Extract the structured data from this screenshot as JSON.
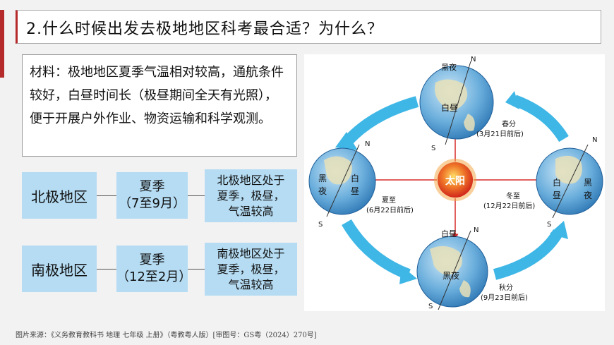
{
  "title": "2.什么时候出发去极地地区科考最合适？为什么？",
  "material": "材料：极地地区夏季气温相对较高，通航条件较好，白昼时间长（极昼期间全天有光照），便于开展户外作业、物资运输和科学观测。",
  "rows": [
    {
      "region": "北极地区",
      "season_name": "夏季",
      "season_months": "（7至9月）",
      "desc_1": "北极地区处于",
      "desc_2": "夏季，极昼，",
      "desc_3": "气温较高"
    },
    {
      "region": "南极地区",
      "season_name": "夏季",
      "season_months": "（12至2月）",
      "desc_1": "南极地区处于",
      "desc_2": "夏季，极昼，",
      "desc_3": "气温较高"
    }
  ],
  "diagram": {
    "sun": "太阳",
    "north": "N",
    "south": "S",
    "day": "白昼",
    "night": "黑夜",
    "day_top": "白",
    "day_bottom": "昼",
    "night_top": "黑",
    "night_bottom": "夜",
    "spring_name": "春分",
    "spring_date": "(3月21日前后)",
    "summer_name": "夏至",
    "summer_date": "(6月22日前后)",
    "autumn_name": "秋分",
    "autumn_date": "(9月23日前后)",
    "winter_name": "冬至",
    "winter_date": "(12月22日前后)",
    "colors": {
      "arrow": "#3fb7e6",
      "sun": "#e0301e",
      "ray": "#d62a2a",
      "globe": "#4a90c8"
    }
  },
  "source": "图片来源：《义务教育教科书 地理 七年级 上册》（粤教粤人版）[审图号：GS粤（2024）270号]"
}
